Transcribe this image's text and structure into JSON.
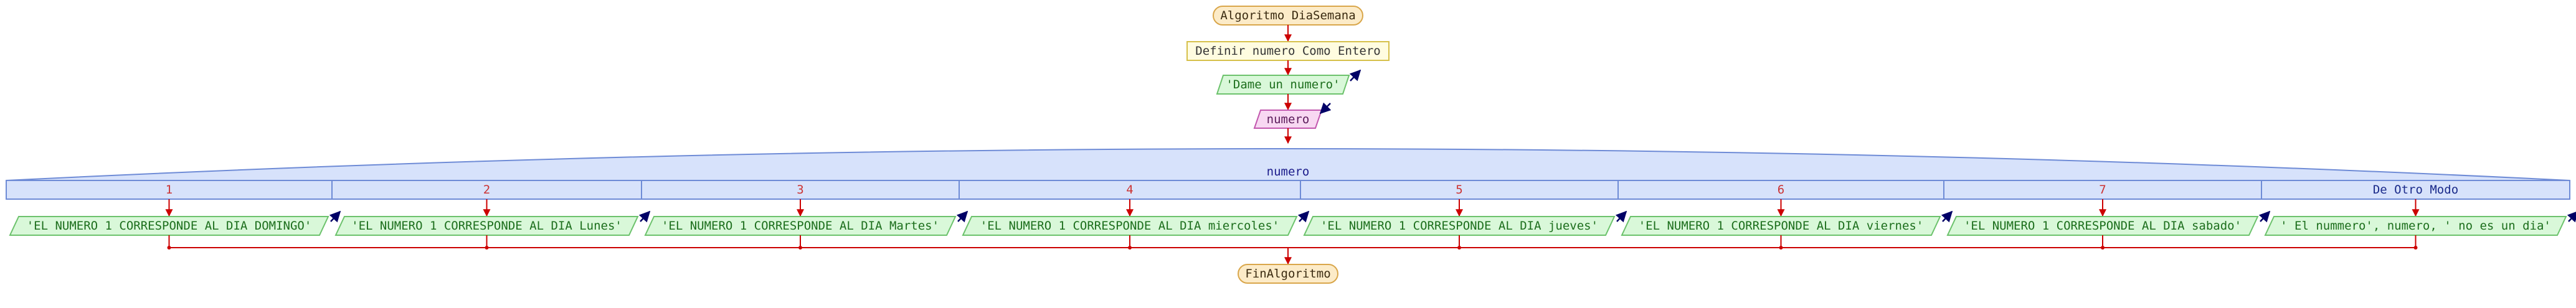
{
  "flowchart": {
    "start_label": "Algoritmo DiaSemana",
    "define_label": "Definir numero Como Entero",
    "prompt_output": "'Dame un numero'",
    "input_var": "numero",
    "switch_var": "numero",
    "cases": [
      {
        "value": "1",
        "output": "'EL NUMERO 1 CORRESPONDE AL DIA DOMINGO'"
      },
      {
        "value": "2",
        "output": "'EL NUMERO 1 CORRESPONDE AL DIA Lunes'"
      },
      {
        "value": "3",
        "output": "'EL NUMERO 1 CORRESPONDE AL DIA Martes'"
      },
      {
        "value": "4",
        "output": "'EL NUMERO 1 CORRESPONDE AL DIA miercoles'"
      },
      {
        "value": "5",
        "output": "'EL NUMERO 1 CORRESPONDE AL DIA jueves'"
      },
      {
        "value": "6",
        "output": "'EL NUMERO 1 CORRESPONDE AL DIA viernes'"
      },
      {
        "value": "7",
        "output": "'EL NUMERO 1 CORRESPONDE AL DIA sabado'"
      },
      {
        "value": "De Otro Modo",
        "output": "' El nummero', numero, ' no es un dia'"
      }
    ],
    "end_label": "FinAlgoritmo"
  },
  "colors": {
    "terminal_fill": "#FCEBC8",
    "terminal_stroke": "#D9A64A",
    "process_fill": "#FFFCE0",
    "process_stroke": "#D6C04A",
    "output_fill": "#D9F8D9",
    "output_stroke": "#6CC26C",
    "input_fill": "#F8D8F2",
    "input_stroke": "#C257AE",
    "switch_fill": "#D7E2FB",
    "switch_stroke": "#6E8BD6",
    "arrow": "#CC0000",
    "io_arrow": "#000066",
    "case_text": "#CC3333",
    "default_text": "#1A2A8A",
    "output_text": "#1C6E1C",
    "io_text": "#5A1A5A",
    "var_text": "#1A1A8A"
  }
}
